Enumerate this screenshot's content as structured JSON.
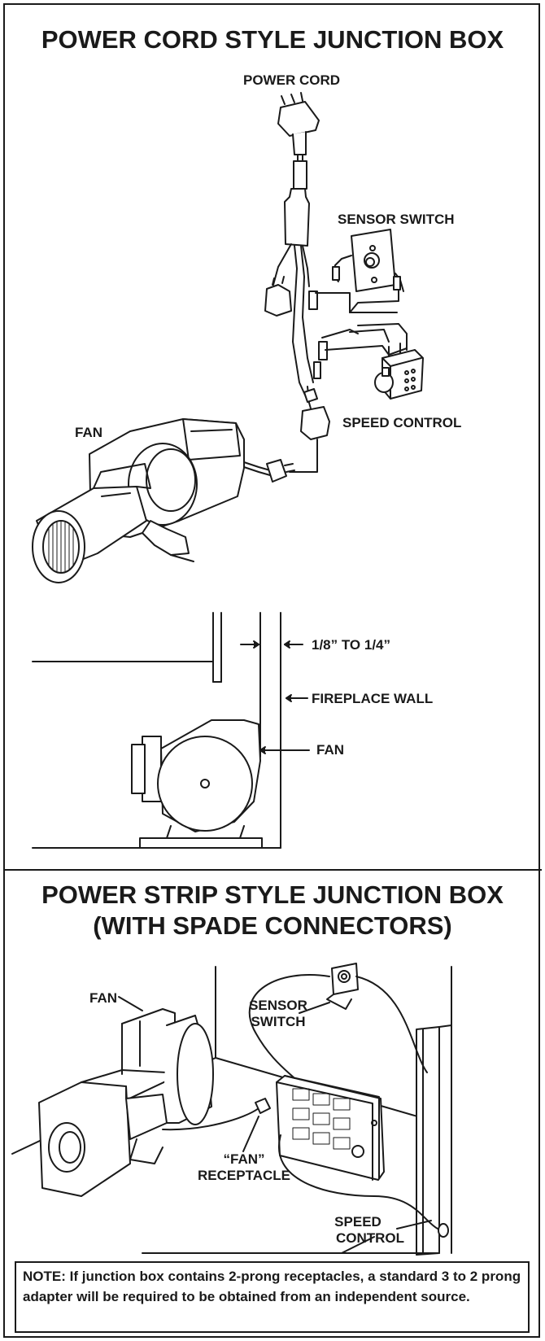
{
  "top": {
    "title": "POWER CORD STYLE JUNCTION BOX",
    "labels": {
      "power_cord": "POWER CORD",
      "sensor_switch": "SENSOR SWITCH",
      "speed_control": "SPEED CONTROL",
      "fan": "FAN"
    }
  },
  "clearance": {
    "gap": "1/8” TO 1/4”",
    "fireplace_wall": "FIREPLACE WALL",
    "fan": "FAN"
  },
  "bottom": {
    "title_line1": "POWER STRIP STYLE JUNCTION BOX",
    "title_line2": "(WITH SPADE CONNECTORS)",
    "labels": {
      "fan": "FAN",
      "sensor_line1": "SENSOR",
      "sensor_line2": "SWITCH",
      "fan_rec_line1": "“FAN”",
      "fan_rec_line2": "RECEPTACLE",
      "speed_line1": "SPEED",
      "speed_line2": "CONTROL"
    }
  },
  "note": "NOTE: If junction box contains 2-prong receptacles, a standard 3 to 2 prong adapter will be required to be obtained from an independent source."
}
